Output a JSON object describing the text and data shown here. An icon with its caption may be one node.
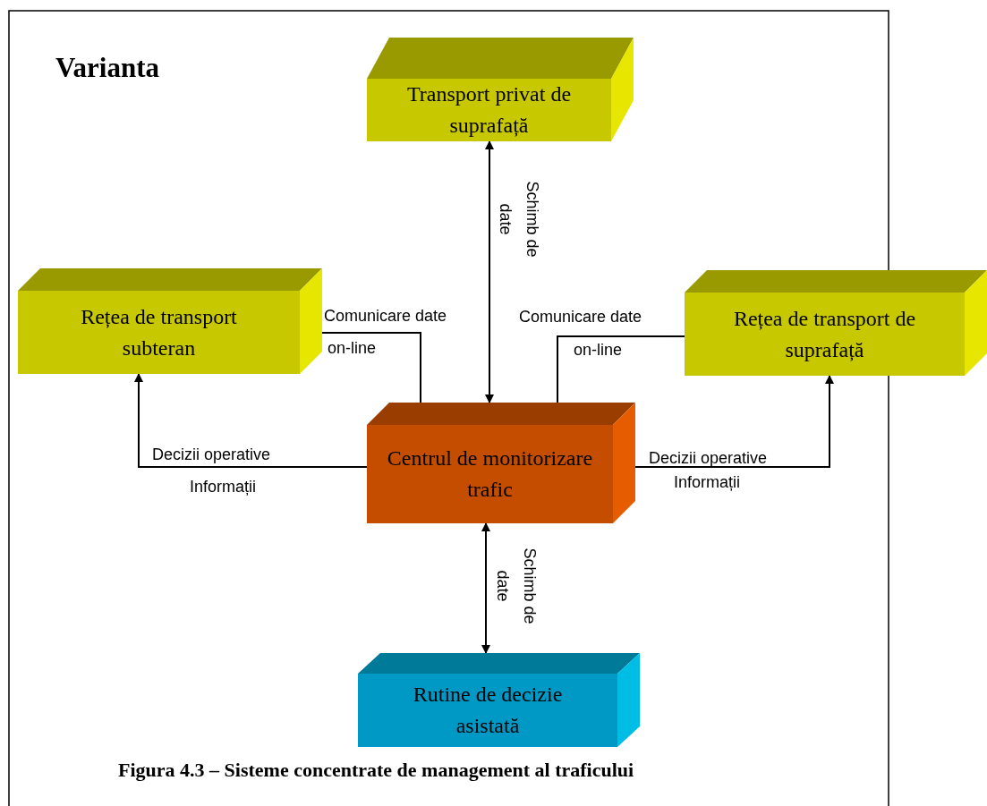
{
  "diagram": {
    "title": "Varianta",
    "caption": "Figura 4.3 – Sisteme concentrate de management al traficului",
    "nodes": [
      {
        "text": [
          "Transport privat de suprafață"
        ]
      },
      {
        "text": [
          "Rețea de transport subteran"
        ]
      },
      {
        "text": [
          "Rețea de transport de suprafață"
        ]
      },
      {
        "text": [
          "Centrul de monitorizare   trafic"
        ]
      },
      {
        "text": [
          "Rutine de decizie asistată"
        ]
      }
    ],
    "edges": [
      {
        "from": 0,
        "to": 3,
        "arrow": "both",
        "label": "Schimb de date"
      },
      {
        "from": 3,
        "to": 1,
        "arrow": "none",
        "label": "Comunicare date"
      },
      {
        "from": 3,
        "to": 2,
        "arrow": "none",
        "label": "Comunicare date"
      },
      {
        "from": 3,
        "to": 1,
        "arrow": "to",
        "label": "Decizii operative"
      },
      {
        "from": 3,
        "to": 2,
        "arrow": "to",
        "label": "Decizii operative"
      },
      {
        "from": 3,
        "to": 4,
        "arrow": "both",
        "label": "Schimb de date"
      }
    ],
    "labels": [
      "on-line",
      "on-line",
      "Informații",
      "Informații"
    ]
  }
}
